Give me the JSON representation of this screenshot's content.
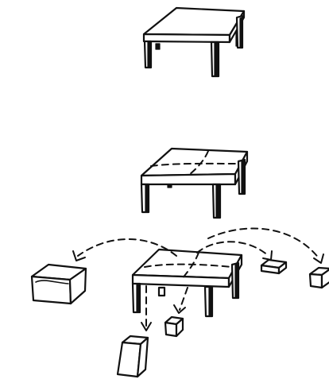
{
  "figure": {
    "kind": "hand-drawn illustration",
    "steps": [
      {
        "state": "whole table"
      },
      {
        "state": "table with dashed cut lines across the top"
      },
      {
        "state": "table split into pieces, pieces moved away along dashed arrows"
      }
    ],
    "line_color": "#111111",
    "background_color": "#ffffff"
  }
}
